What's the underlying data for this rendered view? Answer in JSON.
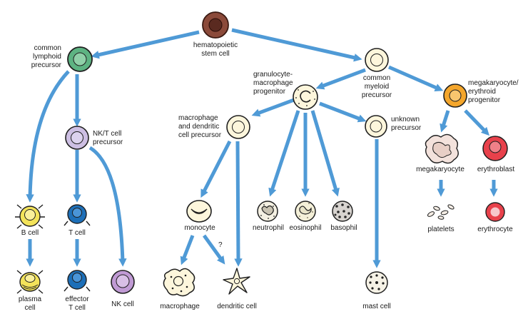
{
  "labels": {
    "hsc": [
      "hematopoietic",
      "stem cell"
    ],
    "clp": [
      "common",
      "lymphoid",
      "precursor"
    ],
    "nkt": [
      "NK/T cell",
      "precursor"
    ],
    "cmp": [
      "common",
      "myeloid",
      "precursor"
    ],
    "gmp": [
      "granulocyte-",
      "macrophage",
      "progenitor"
    ],
    "mdp": [
      "macrophage",
      "and dendritic",
      "cell precursor"
    ],
    "unk": [
      "unknown",
      "precursor"
    ],
    "mep": [
      "megakaryocyte/",
      "erythroid",
      "progenitor"
    ],
    "bcell": "B cell",
    "tcell": "T cell",
    "monocyte": "monocyte",
    "question": "?",
    "neutrophil": "neutrophil",
    "eosinophil": "eosinophil",
    "basophil": "basophil",
    "megakaryocyte": "megakaryocyte",
    "erythroblast": "erythroblast",
    "platelets": "platelets",
    "erythrocyte": "erythrocyte",
    "plasma": [
      "plasma",
      "cell"
    ],
    "effector": [
      "effector",
      "T cell"
    ],
    "nkcell": "NK cell",
    "macrophage": "macrophage",
    "dendritic": "dendritic cell",
    "mast": "mast cell"
  },
  "colors": {
    "arrow": "#4f9ad6",
    "stem_cell": "#8b4a3a",
    "lymphoid_precursor": "#5db382",
    "nkt_precursor": "#cdbfe3",
    "myeloid_cells": "#fdf6dc",
    "mega_ery_progenitor": "#f4a62c",
    "b_lineage": "#f3e35a",
    "t_lineage": "#1d6fb8",
    "nk_cell": "#c09ad4",
    "erythroid": "#e8414b"
  }
}
